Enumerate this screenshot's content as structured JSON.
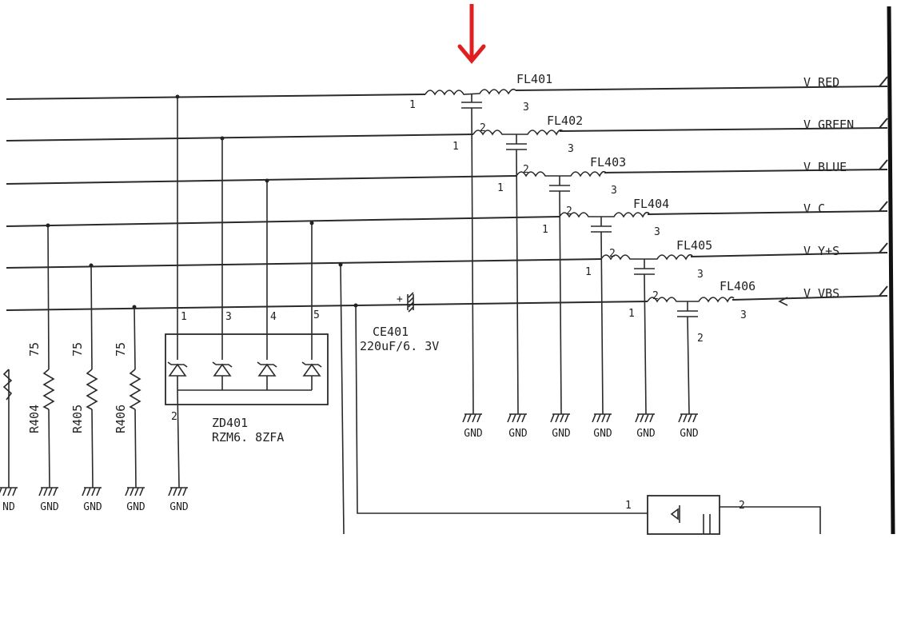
{
  "signals": [
    "V RED",
    "V GREEN",
    "V BLUE",
    "V C",
    "V Y+S",
    "V VBS"
  ],
  "filters": [
    {
      "ref": "FL401",
      "pin_in": "1",
      "pin_gnd": "2",
      "pin_out": "3"
    },
    {
      "ref": "FL402",
      "pin_in": "1",
      "pin_gnd": "2",
      "pin_out": "3"
    },
    {
      "ref": "FL403",
      "pin_in": "1",
      "pin_gnd": "2",
      "pin_out": "3"
    },
    {
      "ref": "FL404",
      "pin_in": "1",
      "pin_gnd": "2",
      "pin_out": "3"
    },
    {
      "ref": "FL405",
      "pin_in": "1",
      "pin_gnd": "2",
      "pin_out": "3"
    },
    {
      "ref": "FL406",
      "pin_in": "1",
      "pin_gnd": "2",
      "pin_out": "3"
    }
  ],
  "resistors": [
    {
      "ref": "R404",
      "value": "75"
    },
    {
      "ref": "R405",
      "value": "75"
    },
    {
      "ref": "R406",
      "value": "75"
    }
  ],
  "zener": {
    "ref": "ZD401",
    "part": "RZM6. 8ZFA",
    "pins": [
      "1",
      "3",
      "4",
      "5"
    ],
    "common_pin": "2"
  },
  "capacitor": {
    "ref": "CE401",
    "value": "220uF/6. 3V",
    "polarity": "+"
  },
  "gnd_label": "GND",
  "gnd_partial_label": "ND",
  "lower_device_pins": [
    "1",
    "2"
  ],
  "marker_color": "#e02020",
  "ink_color": "#2a2a2a"
}
